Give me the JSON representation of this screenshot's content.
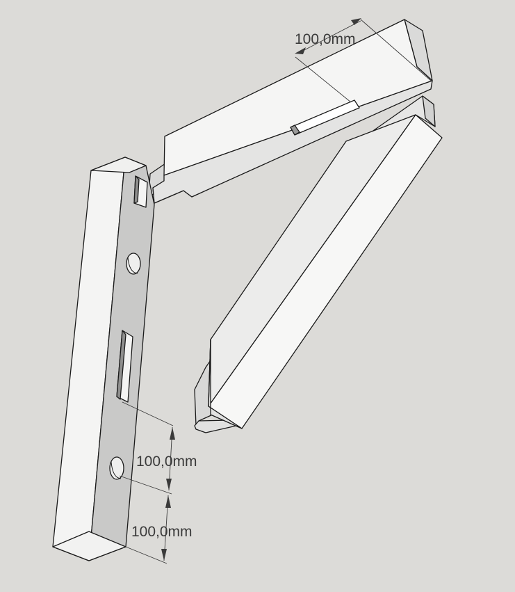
{
  "scene": {
    "background_color": "#dcdbd8",
    "face_light": "#f6f6f5",
    "face_mid": "#e9e9e8",
    "face_shade": "#c7c7c6",
    "edge_color": "#1a1a1a",
    "dimension_line_color": "#3a3a3a"
  },
  "dimensions": {
    "top_width": "100,0mm",
    "upper_spacing": "100,0mm",
    "lower_spacing": "100,0mm"
  }
}
